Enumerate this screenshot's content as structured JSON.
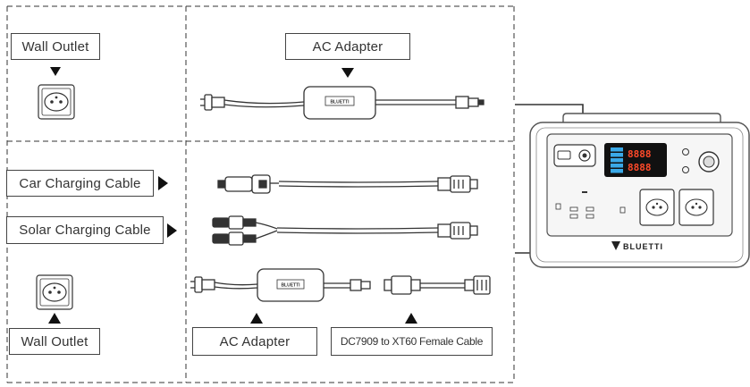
{
  "labels": {
    "wall_outlet_top": "Wall Outlet",
    "ac_adapter_top": "AC  Adapter",
    "car_charging_cable": "Car Charging Cable",
    "solar_charging_cable": "Solar Charging Cable",
    "wall_outlet_bottom": "Wall Outlet",
    "ac_adapter_bottom": "AC  Adapter",
    "dc_cable": "DC7909 to XT60 Female Cable"
  },
  "device": {
    "brand": "BLUETTI",
    "display_digits_top": "8888",
    "display_digits_bottom": "8888"
  },
  "adapter_brand": "BLUETTI",
  "colors": {
    "line": "#333333",
    "display_bg": "#111111",
    "display_segment": "#ff4a2a",
    "display_bar": "#3aa9e8"
  },
  "icons": [
    "arrow-down-icon",
    "arrow-right-icon",
    "arrow-up-icon",
    "wall-outlet-icon",
    "plug-icon"
  ]
}
